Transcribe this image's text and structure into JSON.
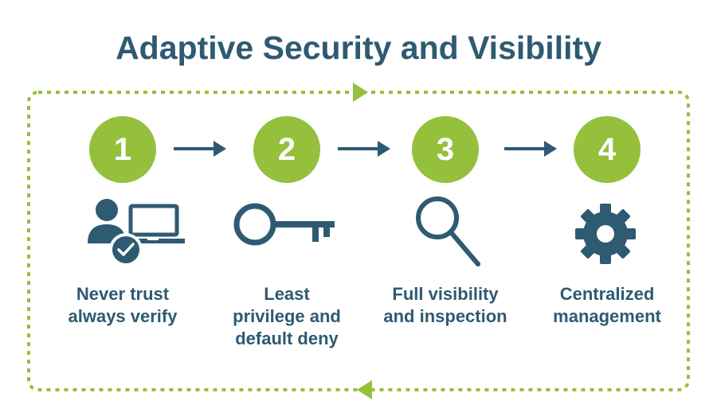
{
  "title": "Adaptive Security and Visibility",
  "colors": {
    "accent_green": "#94c03c",
    "primary_blue": "#2e5a72"
  },
  "steps": [
    {
      "number": "1",
      "label": "Never trust\nalways verify",
      "icon": "user-laptop-check-icon"
    },
    {
      "number": "2",
      "label": "Least\nprivilege and\ndefault deny",
      "icon": "key-icon"
    },
    {
      "number": "3",
      "label": "Full visibility\nand inspection",
      "icon": "magnifier-icon"
    },
    {
      "number": "4",
      "label": "Centralized\nmanagement",
      "icon": "gear-icon"
    }
  ]
}
